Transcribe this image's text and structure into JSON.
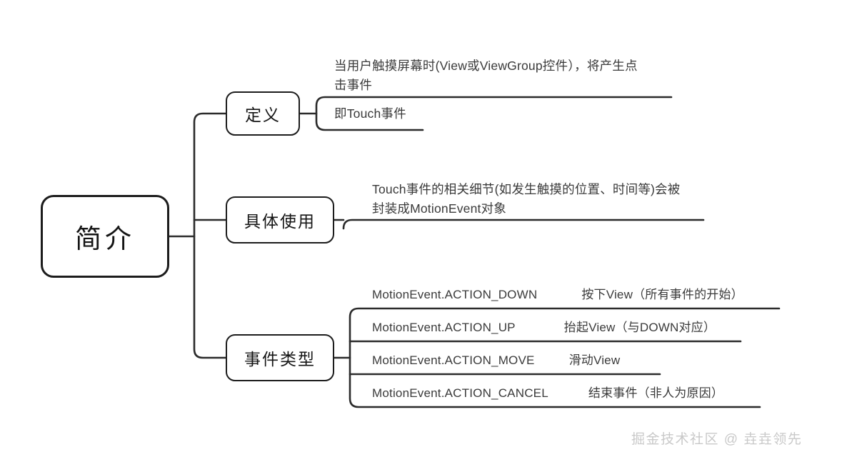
{
  "diagram": {
    "title": "简介",
    "background_color": "#ffffff",
    "line_color": "#2b2b2b",
    "node_border_color": "#1c1c1c",
    "text_color": "#3a3a3a",
    "root": {
      "label": "简介"
    },
    "branches": [
      {
        "id": "definition",
        "label": "定义",
        "leaves": [
          {
            "id": "def-1",
            "text": "当用户触摸屏幕时(View或ViewGroup控件），将产生点\n击事件"
          },
          {
            "id": "def-2",
            "text": "即Touch事件"
          }
        ]
      },
      {
        "id": "usage",
        "label": "具体使用",
        "leaves": [
          {
            "id": "use-1",
            "text": "Touch事件的相关细节(如发生触摸的位置、时间等)会被\n封装成MotionEvent对象"
          }
        ]
      },
      {
        "id": "event-types",
        "label": "事件类型",
        "leaves": [
          {
            "id": "evt-1",
            "key": "MotionEvent.ACTION_DOWN",
            "desc": "按下View（所有事件的开始）"
          },
          {
            "id": "evt-2",
            "key": "MotionEvent.ACTION_UP",
            "desc": "抬起View（与DOWN对应）"
          },
          {
            "id": "evt-3",
            "key": "MotionEvent.ACTION_MOVE",
            "desc": "滑动View"
          },
          {
            "id": "evt-4",
            "key": "MotionEvent.ACTION_CANCEL",
            "desc": "结束事件（非人为原因）"
          }
        ]
      }
    ]
  },
  "watermark": {
    "text": "掘金技术社区 @ 垚垚领先"
  }
}
